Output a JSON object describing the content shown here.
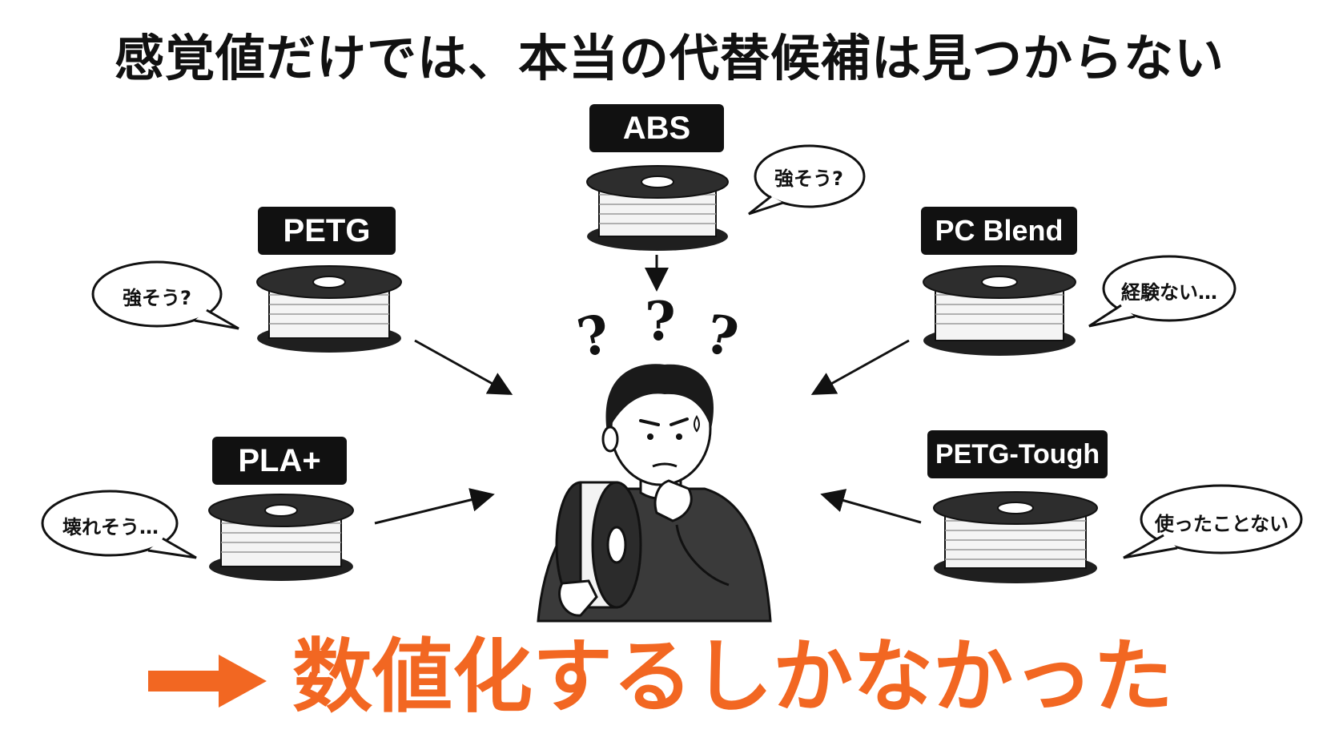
{
  "title": "感覚値だけでは、本当の代替候補は見つからない",
  "materials": [
    {
      "id": "abs",
      "label": "ABS",
      "thought": "強そう?"
    },
    {
      "id": "petg",
      "label": "PETG",
      "thought": "強そう?"
    },
    {
      "id": "pc_blend",
      "label": "PC Blend",
      "thought": "経験ない…"
    },
    {
      "id": "pla_plus",
      "label": "PLA+",
      "thought": "壊れそう…"
    },
    {
      "id": "petg_tough",
      "label": "PETG-Tough",
      "thought": "使ったことない"
    }
  ],
  "question_marks": [
    "?",
    "?",
    "?"
  ],
  "conclusion": {
    "text": "数値化するしかなかった",
    "color": "#f26722"
  },
  "colors": {
    "ink": "#111111",
    "accent": "#f26722",
    "background": "#ffffff"
  }
}
